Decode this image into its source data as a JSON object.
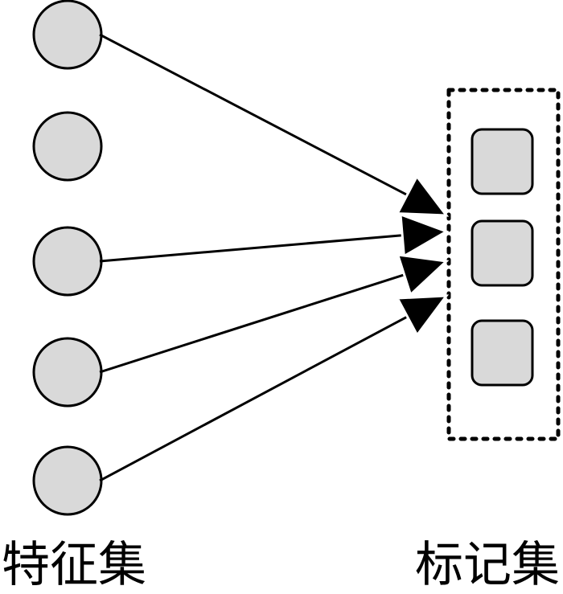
{
  "labels": {
    "feature_set": "特征集",
    "label_set": "标记集"
  },
  "colors": {
    "node_fill": "#d9d9d9",
    "stroke": "#000000",
    "background": "#ffffff"
  },
  "feature_nodes": [
    {
      "id": "f1",
      "connected": true
    },
    {
      "id": "f2",
      "connected": false
    },
    {
      "id": "f3",
      "connected": true
    },
    {
      "id": "f4",
      "connected": true
    },
    {
      "id": "f5",
      "connected": true
    }
  ],
  "label_nodes": [
    {
      "id": "l1"
    },
    {
      "id": "l2"
    },
    {
      "id": "l3"
    }
  ],
  "edges": [
    {
      "from": "f1",
      "to": "label-set"
    },
    {
      "from": "f3",
      "to": "label-set"
    },
    {
      "from": "f4",
      "to": "label-set"
    },
    {
      "from": "f5",
      "to": "label-set"
    }
  ]
}
